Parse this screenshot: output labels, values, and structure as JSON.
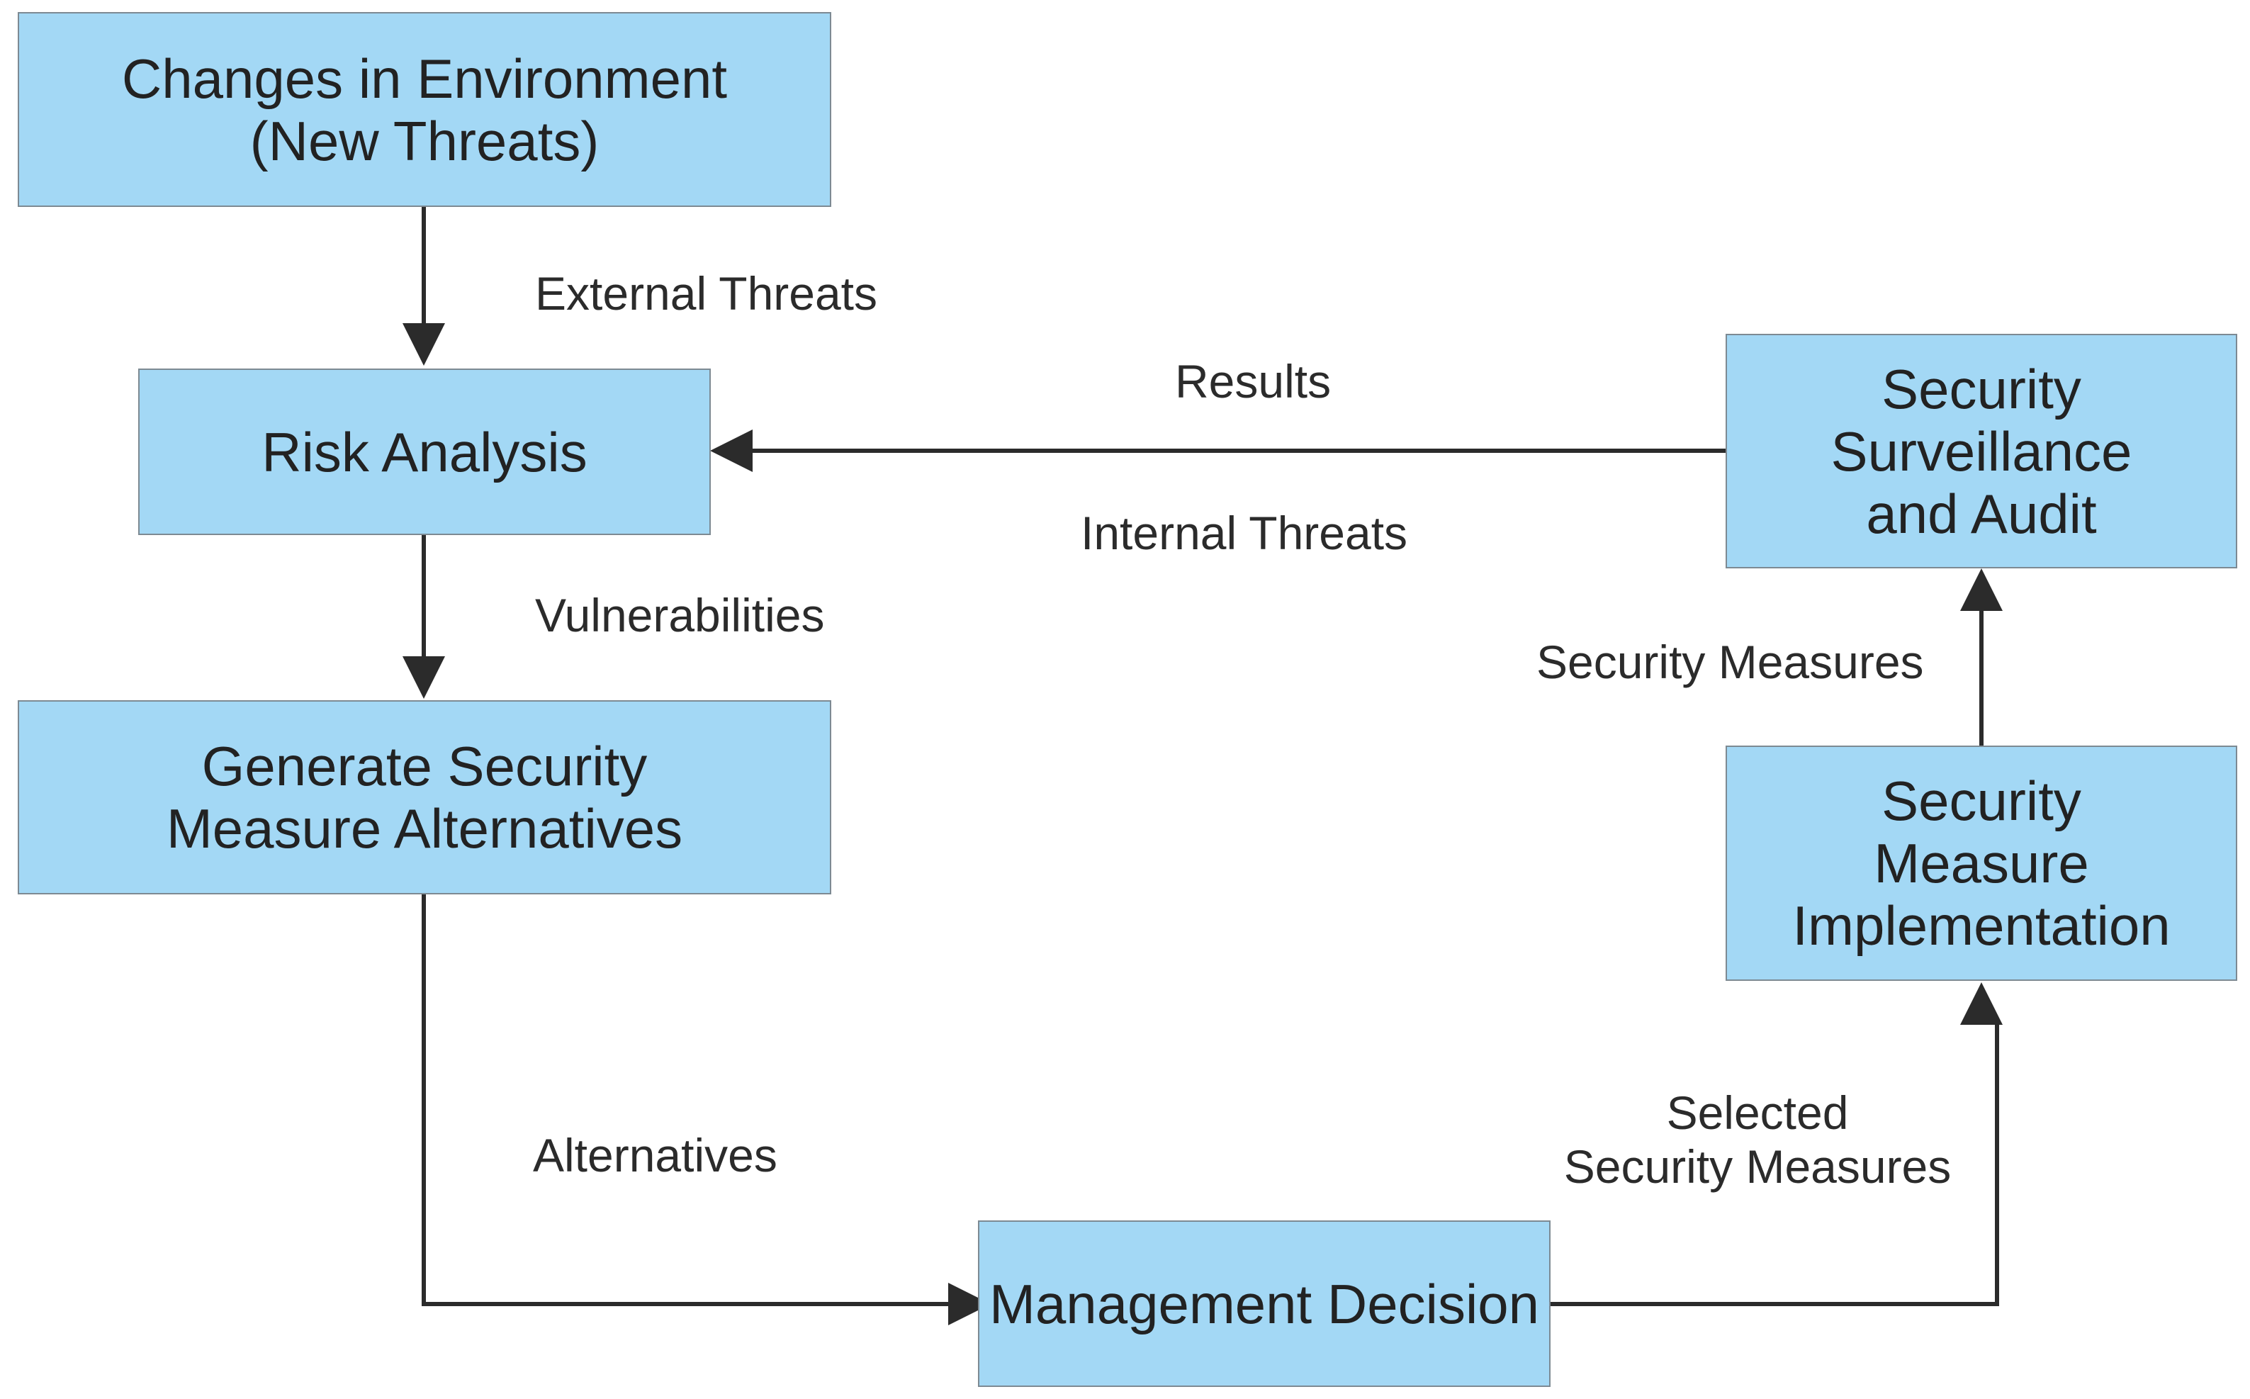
{
  "colors": {
    "box_fill": "#a3d8f5",
    "box_border": "#7d8a93",
    "arrow": "#2b2b2b",
    "text": "#222222"
  },
  "nodes": {
    "changes_environment": "Changes in Environment\n(New Threats)",
    "risk_analysis": "Risk Analysis",
    "generate_alternatives": "Generate Security\nMeasure Alternatives",
    "management_decision": "Management Decision",
    "measure_implementation": "Security\nMeasure\nImplementation",
    "surveillance_audit": "Security\nSurveillance\nand Audit"
  },
  "edges": {
    "external_threats": "External Threats",
    "vulnerabilities": "Vulnerabilities",
    "alternatives": "Alternatives",
    "selected_measures": "Selected\nSecurity Measures",
    "security_measures": "Security Measures",
    "results": "Results",
    "internal_threats": "Internal Threats"
  }
}
